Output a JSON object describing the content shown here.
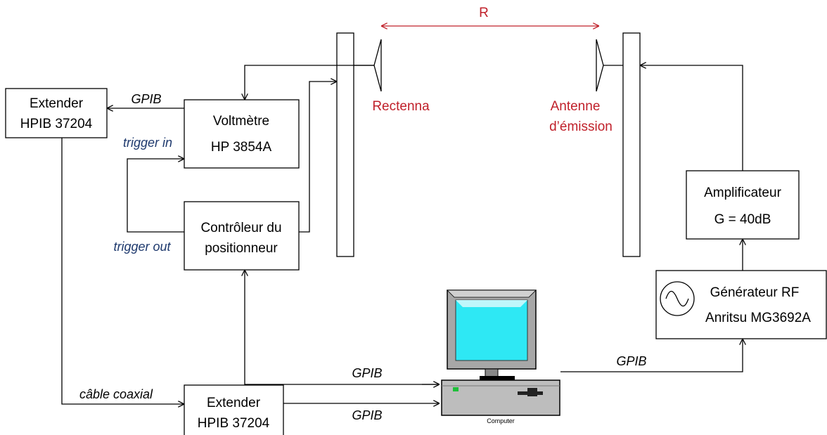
{
  "distance": {
    "label": "R",
    "color": "#c0202a"
  },
  "antennas": {
    "rectenna": "Rectenna",
    "emission_line1": "Antenne",
    "emission_line2": "d’émission"
  },
  "boxes": {
    "extender_top": {
      "line1": "Extender",
      "line2": "HPIB 37204"
    },
    "voltmeter": {
      "line1": "Voltmètre",
      "line2": "HP 3854A"
    },
    "controller": {
      "line1": "Contrôleur du",
      "line2": "positionneur"
    },
    "extender_bottom": {
      "line1": "Extender",
      "line2": "HPIB 37204"
    },
    "amplifier": {
      "line1": "Amplificateur",
      "line2": "G = 40dB"
    },
    "generator": {
      "line1": "Générateur RF",
      "line2": "Anritsu MG3692A",
      "icon": "sine-wave-icon"
    }
  },
  "links": {
    "gpib_extender_voltmeter": "GPIB",
    "trigger_in": "trigger in",
    "trigger_out": "trigger out",
    "coax": "câble coaxial",
    "gpib_controller_computer": "GPIB",
    "gpib_extender_computer": "GPIB",
    "gpib_computer_generator": "GPIB"
  },
  "computer": {
    "label": "Computer",
    "icon": "computer-icon",
    "screen_color": "#2ee8f4"
  },
  "colors": {
    "red_text": "#c0202a",
    "blue_text": "#1f3a6e"
  }
}
